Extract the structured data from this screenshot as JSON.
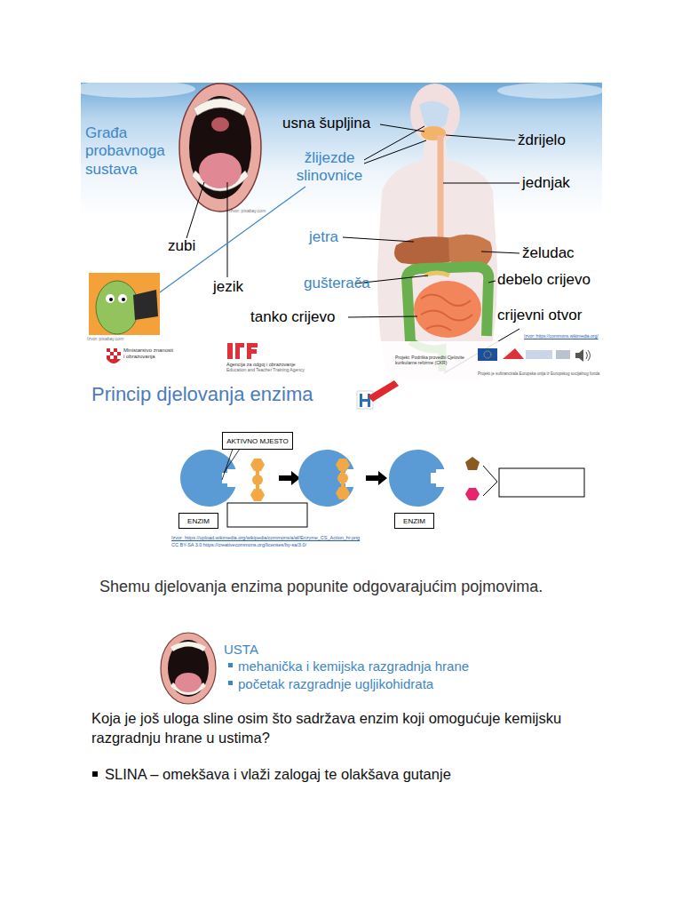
{
  "diagram": {
    "title": "Građa probavnoga sustava",
    "nodes": [
      {
        "text": [
          "AKTIVNO MJESTO"
        ]
      },
      {
        "text": [
          "ENZIM"
        ]
      },
      {
        "text": [
          "ENZIM"
        ]
      }
    ],
    "labels": [
      "usna šupljina",
      "ždrijelo",
      "žlijezde slinovnice",
      "jednjak",
      "jetra",
      "želudac",
      "gušterača",
      "debelo crijevo",
      "tanko crijevo",
      "crijevni otvor",
      "zubi",
      "jezik",
      "Izvor: pixabay.com",
      "Izvor: pixabay.com",
      "Ministarstvo znanosti i obrazovanja",
      "Agencija za odgoj i obrazovanje",
      "Education and Teacher Training Agency",
      "Projekt: Podrška provedbi Cjelovite kurikularne reforme (CKR)",
      "Izvor: https://commons.wikimedia.org/",
      "Projekt je sufinancirala Europska unija iz Europskog socijalnog fonda",
      "Princip djelovanja enzima",
      "Izvor: https://upload.wikimedia.org/wikipedia/commons/a/af/Enzyme_CS_Action_hr.png",
      "CC BY-SA 3.0 https://creativecommons.org/licenses/by-sa/3.0/",
      "Shemu djelovanja enzima popunite odgovarajućim pojmovima.",
      "USTA",
      "mehanička i kemijska razgradnja hrane",
      "početak razgradnje ugljikohidrata",
      "Koja je još uloga sline osim što sadržava enzim koji omogućuje kemijsku razgradnju hrane u ustima?",
      "SLINA – omekšava i vlaži zalogaj te olakšava gutanje"
    ]
  }
}
